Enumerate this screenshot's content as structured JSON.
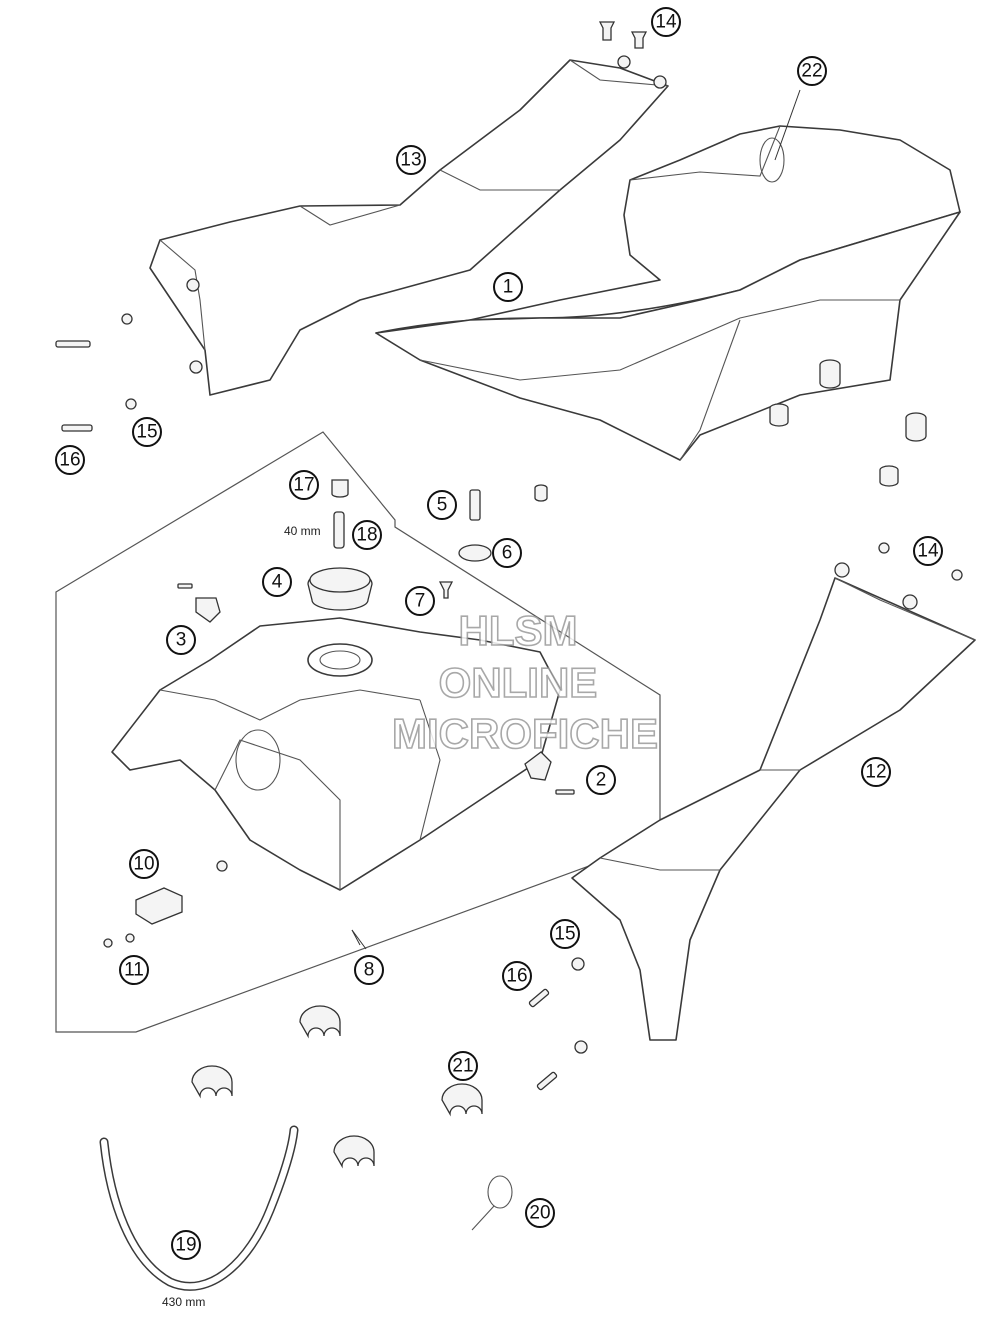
{
  "callouts": [
    "1",
    "2",
    "3",
    "4",
    "5",
    "6",
    "7",
    "8",
    "10",
    "11",
    "12",
    "13",
    "14",
    "14",
    "15",
    "15",
    "16",
    "16",
    "17",
    "18",
    "19",
    "20",
    "21",
    "22"
  ],
  "dimensions": {
    "valve_length": "40 mm",
    "hose_length": "430 mm"
  },
  "watermark": {
    "line1": "HLSM",
    "line2": "ONLINE",
    "line3": "MICROFICHE"
  }
}
